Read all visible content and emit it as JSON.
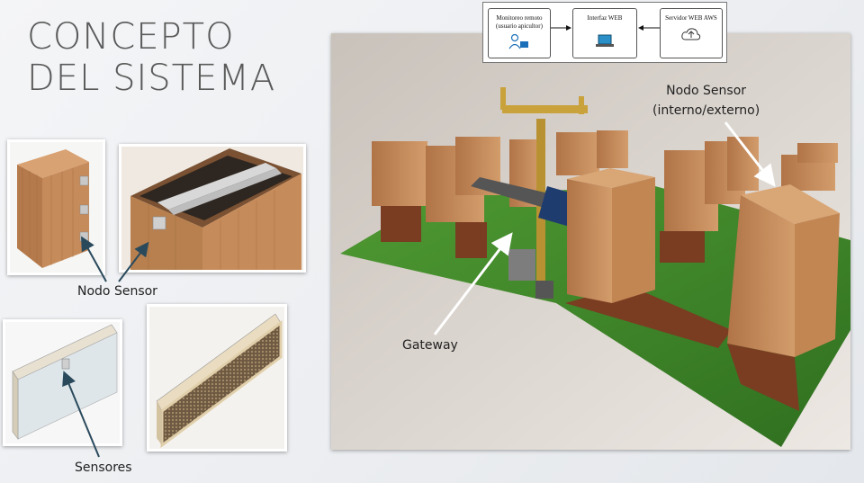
{
  "title": {
    "line1": "CONCEPTO",
    "line2": "DEL SISTEMA"
  },
  "labels": {
    "nodo_sensor_left": "Nodo Sensor",
    "sensores": "Sensores",
    "gateway": "Gateway",
    "nodo_sensor_right_line1": "Nodo Sensor",
    "nodo_sensor_right_line2": "(interno/externo)"
  },
  "flow": {
    "monitoreo": "Monitoreo remoto (usuario apicultor)",
    "interfaz": "Interfaz WEB",
    "servidor": "Servidor WEB AWS"
  },
  "icons": [
    "user-monitor-icon",
    "laptop-icon",
    "cloud-upload-icon"
  ],
  "colors": {
    "title": "#5a5a5a",
    "wood": "#c68b5b",
    "grass": "#3f8a2a",
    "frame": "#ffffff"
  }
}
